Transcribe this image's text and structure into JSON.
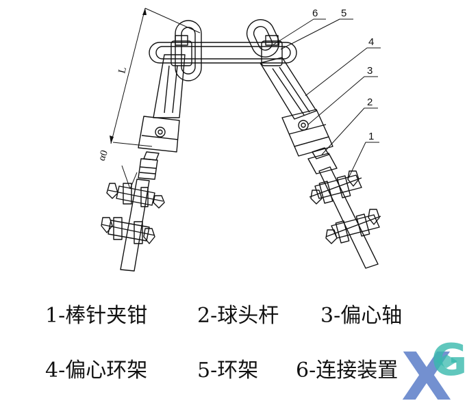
{
  "callouts": [
    "1",
    "2",
    "3",
    "4",
    "5",
    "6"
  ],
  "dimension_label": "L",
  "angle_label": "α0",
  "legend": {
    "row1": [
      "1-棒针夹钳",
      "2-球头杆",
      "3-偏心轴"
    ],
    "row2": [
      "4-偏心环架",
      "5-环架",
      "6-连接装置"
    ]
  },
  "logo": {
    "letters": [
      "X",
      "G"
    ],
    "colors": {
      "x": "#5a7cc8",
      "g": "#38b9ad"
    }
  }
}
